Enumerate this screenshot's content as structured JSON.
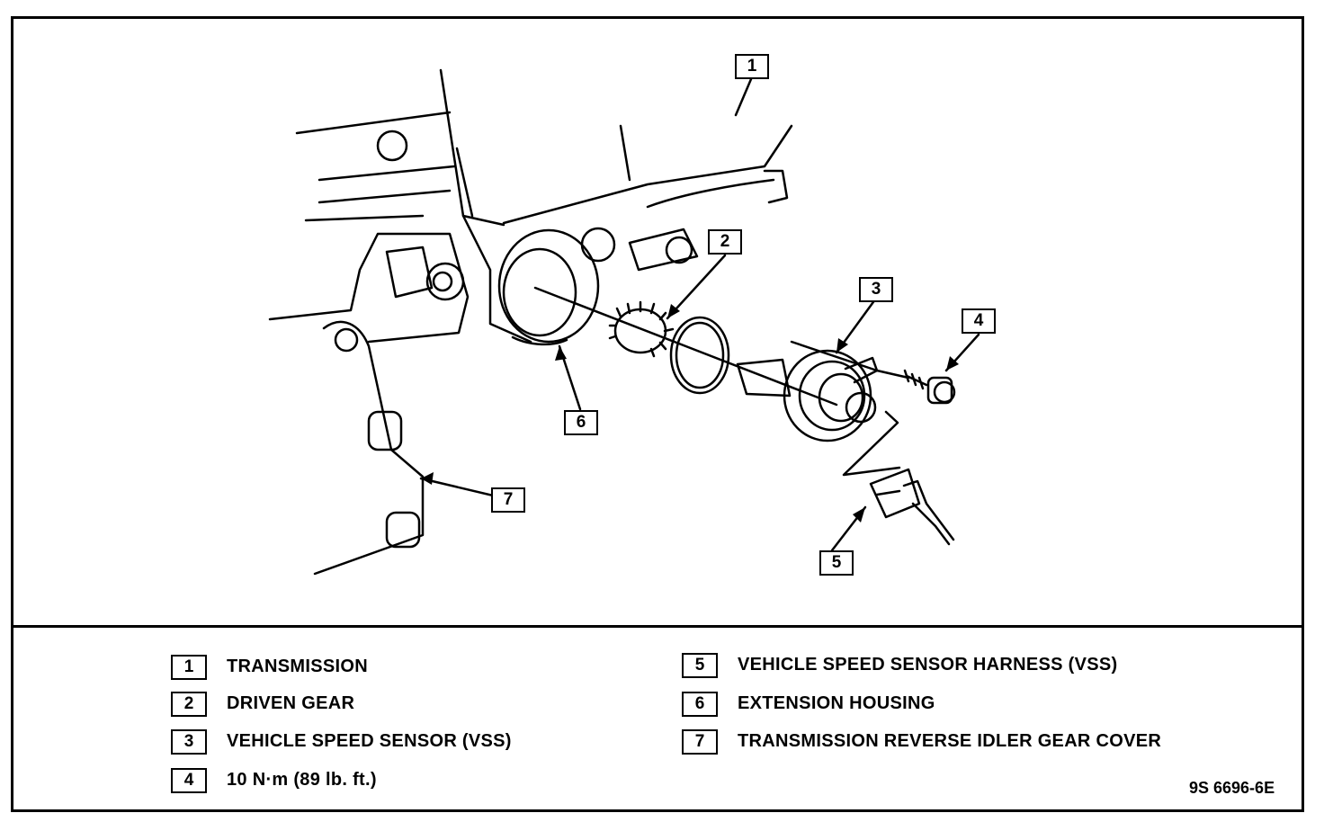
{
  "callouts": [
    "1",
    "2",
    "3",
    "4",
    "5",
    "6",
    "7"
  ],
  "legend": [
    {
      "num": "1",
      "label": "TRANSMISSION"
    },
    {
      "num": "2",
      "label": "DRIVEN GEAR"
    },
    {
      "num": "3",
      "label": "VEHICLE SPEED SENSOR (VSS)"
    },
    {
      "num": "4",
      "label": "10 N·m (89 lb. ft.)"
    },
    {
      "num": "5",
      "label": "VEHICLE SPEED SENSOR HARNESS (VSS)"
    },
    {
      "num": "6",
      "label": "EXTENSION HOUSING"
    },
    {
      "num": "7",
      "label": "TRANSMISSION REVERSE IDLER GEAR COVER"
    }
  ],
  "figure_id": "9S 6696-6E"
}
